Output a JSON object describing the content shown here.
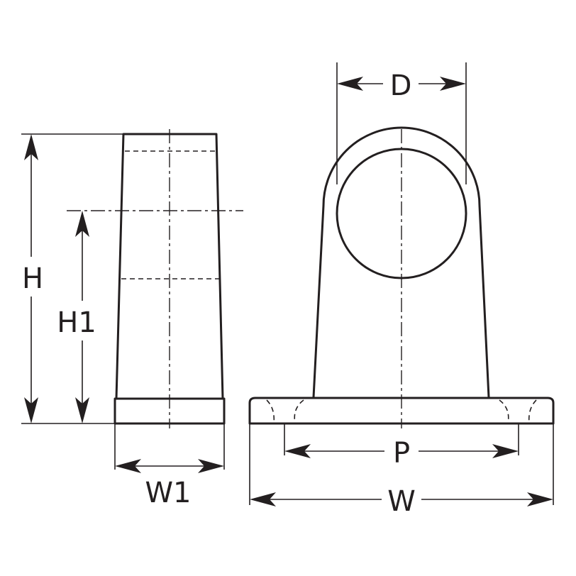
{
  "labels": {
    "h": "H",
    "h1": "H1",
    "w1": "W1",
    "d": "D",
    "p": "P",
    "w": "W"
  },
  "colors": {
    "line": "#231f20",
    "background": "#ffffff"
  }
}
